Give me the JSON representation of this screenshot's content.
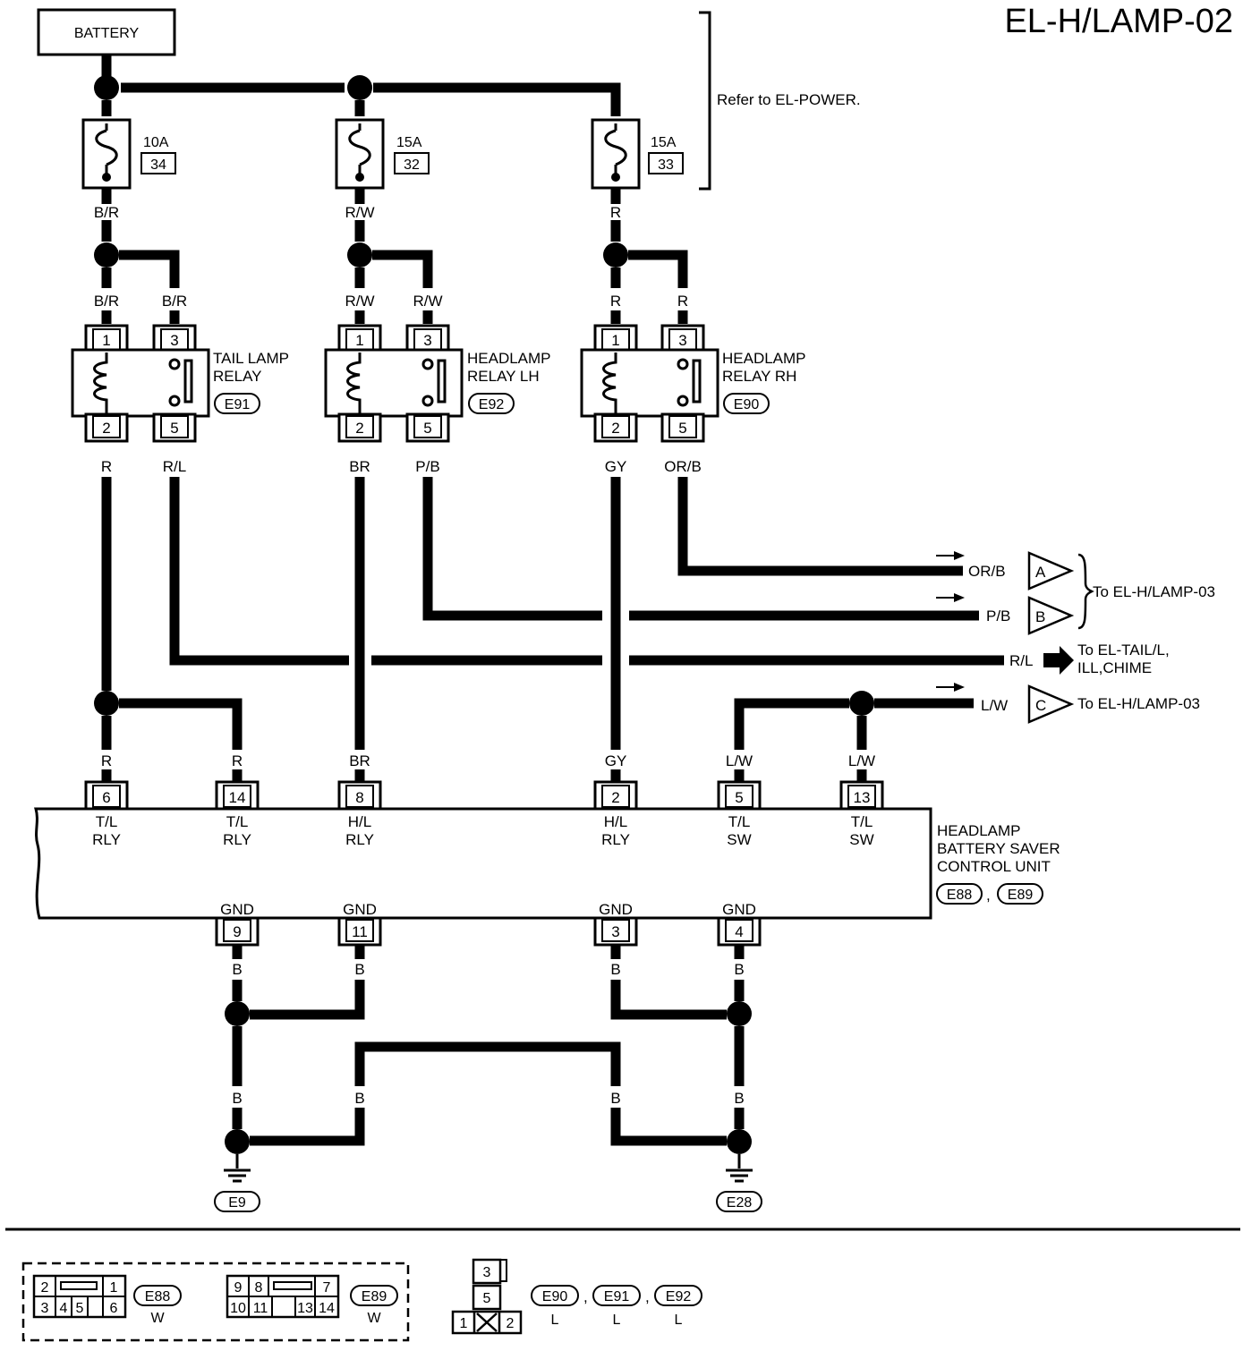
{
  "title": "EL-H/LAMP-02",
  "battery": "BATTERY",
  "refer_power": "Refer to EL-POWER.",
  "fuses": [
    {
      "amp": "10A",
      "num": "34"
    },
    {
      "amp": "15A",
      "num": "32"
    },
    {
      "amp": "15A",
      "num": "33"
    }
  ],
  "relays": [
    {
      "name1": "TAIL LAMP",
      "name2": "RELAY",
      "conn": "E91"
    },
    {
      "name1": "HEADLAMP",
      "name2": "RELAY LH",
      "conn": "E92"
    },
    {
      "name1": "HEADLAMP",
      "name2": "RELAY RH",
      "conn": "E90"
    }
  ],
  "relay_pins": [
    "1",
    "3",
    "2",
    "5"
  ],
  "wire_colors": {
    "br": "B/R",
    "rw": "R/W",
    "r": "R",
    "rl": "R/L",
    "brn": "BR",
    "pb": "P/B",
    "gy": "GY",
    "orb": "OR/B",
    "lw": "L/W",
    "b": "B"
  },
  "outputs": {
    "a": {
      "wire": "OR/B",
      "conn": "A"
    },
    "b": {
      "wire": "P/B",
      "conn": "B"
    },
    "ab_dest": "To EL-H/LAMP-03",
    "rl": {
      "wire": "R/L",
      "dest1": "To  EL-TAIL/L,",
      "dest2": "ILL,CHIME"
    },
    "c": {
      "wire": "L/W",
      "conn": "C",
      "dest": "To EL-H/LAMP-03"
    }
  },
  "control_unit": {
    "name1": "HEADLAMP",
    "name2": "BATTERY SAVER",
    "name3": "CONTROL UNIT",
    "conn1": "E88",
    "conn2": "E89",
    "sep": ",",
    "top_pins": [
      {
        "num": "6",
        "l1": "T/L",
        "l2": "RLY"
      },
      {
        "num": "14",
        "l1": "T/L",
        "l2": "RLY"
      },
      {
        "num": "8",
        "l1": "H/L",
        "l2": "RLY"
      },
      {
        "num": "2",
        "l1": "H/L",
        "l2": "RLY"
      },
      {
        "num": "5",
        "l1": "T/L",
        "l2": "SW"
      },
      {
        "num": "13",
        "l1": "T/L",
        "l2": "SW"
      }
    ],
    "gnd_pins": [
      {
        "num": "9",
        "label": "GND"
      },
      {
        "num": "11",
        "label": "GND"
      },
      {
        "num": "3",
        "label": "GND"
      },
      {
        "num": "4",
        "label": "GND"
      }
    ]
  },
  "grounds": [
    "E9",
    "E28"
  ],
  "legend": {
    "e88": {
      "conn": "E88",
      "color": "W",
      "top": [
        "2",
        "1"
      ],
      "bottom": [
        "3",
        "4",
        "5",
        "6"
      ]
    },
    "e89": {
      "conn": "E89",
      "color": "W",
      "top": [
        "9",
        "8",
        "7"
      ],
      "bottom": [
        "10",
        "11",
        "13",
        "14"
      ]
    },
    "relay": {
      "pins": [
        "3",
        "5",
        "1",
        "2"
      ],
      "conns": [
        "E90",
        "E91",
        "E92"
      ],
      "color": "L",
      "sep": ","
    }
  }
}
